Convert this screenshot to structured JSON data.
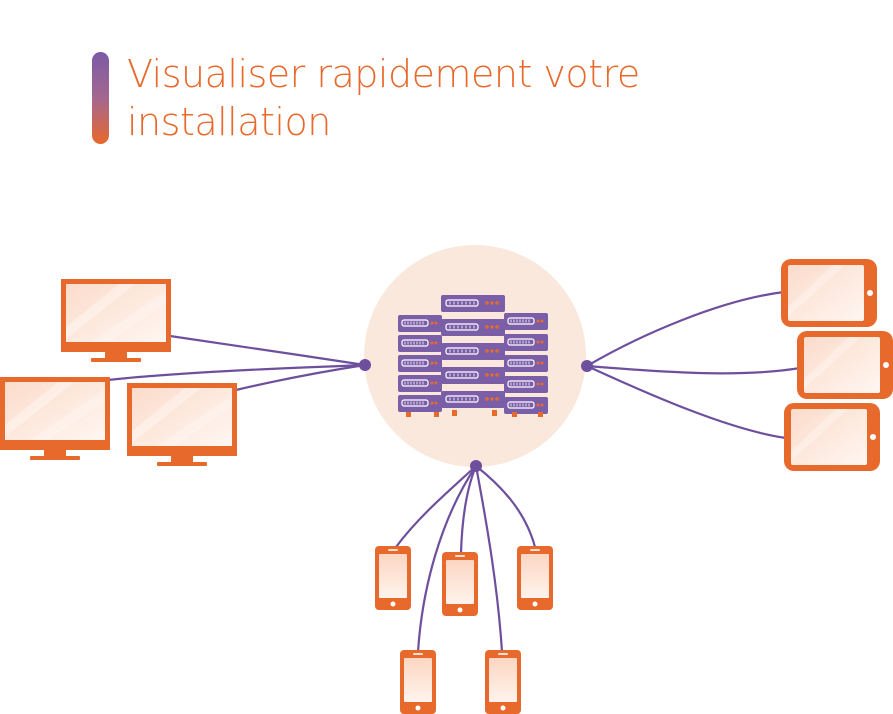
{
  "title": {
    "line1": "Visualiser  rapidement votre",
    "line2": "installation"
  },
  "colors": {
    "accent_orange": "#e8692c",
    "accent_purple": "#6e4f9e",
    "hub_fill": "#fae8dc"
  },
  "diagram": {
    "hub": {
      "icon": "server-rack-icon"
    },
    "groups": [
      {
        "name": "desktops",
        "icon": "desktop-monitor-icon",
        "count": 3
      },
      {
        "name": "tablets",
        "icon": "tablet-icon",
        "count": 3
      },
      {
        "name": "phones",
        "icon": "smartphone-icon",
        "count": 5
      }
    ]
  }
}
